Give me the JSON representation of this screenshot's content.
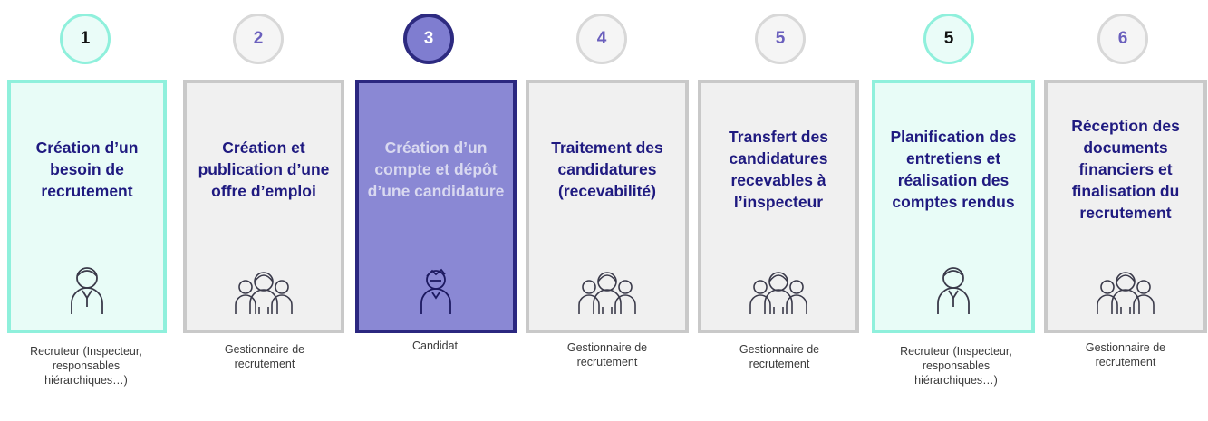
{
  "steps": [
    {
      "number": "1",
      "title": "Création d’un besoin de recrutement",
      "actor": "Recruteur (Inspecteur, responsables hiérarchiques…)",
      "variant": "teal",
      "icon": "single-person-icon"
    },
    {
      "number": "2",
      "title": "Création et publication d’une offre d’emploi",
      "actor": "Gestionnaire de recrutement",
      "variant": "grey",
      "icon": "group-icon"
    },
    {
      "number": "3",
      "title": "Création d’un compte et dépôt d’une candidature",
      "actor": "Candidat",
      "variant": "purple",
      "icon": "candidate-icon"
    },
    {
      "number": "4",
      "title": "Traitement des candidatures (recevabilité)",
      "actor": "Gestionnaire de recrutement",
      "variant": "grey",
      "icon": "group-icon"
    },
    {
      "number": "5",
      "title": "Transfert des candidatures recevables à l’inspecteur",
      "actor": "Gestionnaire de recrutement",
      "variant": "grey",
      "icon": "group-icon"
    },
    {
      "number": "5",
      "title": "Planification des entretiens et réalisation des comptes rendus",
      "actor": "Recruteur (Inspecteur, responsables hiérarchiques…)",
      "variant": "teal",
      "icon": "single-person-icon"
    },
    {
      "number": "6",
      "title": "Réception des documents financiers et finalisation du recrutement",
      "actor": "Gestionnaire de recrutement",
      "variant": "grey",
      "icon": "group-icon"
    }
  ],
  "colors": {
    "teal_border": "#8ff0dc",
    "grey_border": "#c9c9c9",
    "purple_fill": "#8a88d4",
    "title_text": "#1f1a80"
  }
}
